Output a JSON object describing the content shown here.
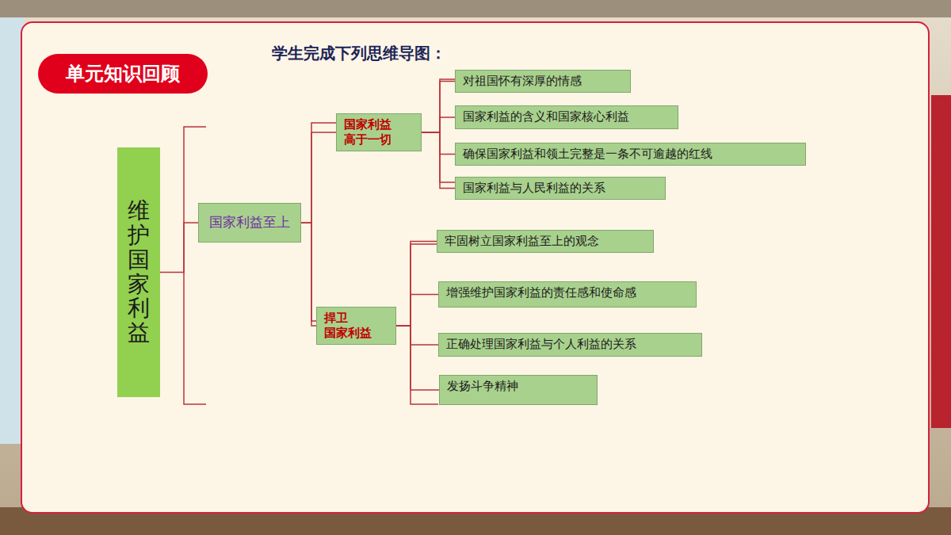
{
  "diagram": {
    "title": "学生完成下列思维导图：",
    "nodes": [
      {
        "text": [
          "单元知识回顾"
        ]
      },
      {
        "text": [
          "维护国家利益"
        ]
      },
      {
        "text": [
          "国家利益至上"
        ]
      },
      {
        "text": [
          "国家利益 高于一切"
        ]
      },
      {
        "text": [
          "对祖国怀有深厚的情感"
        ]
      },
      {
        "text": [
          "国家利益的含义和国家核心利益"
        ]
      },
      {
        "text": [
          "确保国家利益和领土完整是一条不可逾越的红线"
        ]
      },
      {
        "text": [
          "国家利益与人民利益的关系"
        ]
      },
      {
        "text": [
          "捍卫 国家利益"
        ]
      },
      {
        "text": [
          "牢固树立国家利益至上的观念"
        ]
      },
      {
        "text": [
          "增强维护国家利益的责任感和使命感"
        ]
      },
      {
        "text": [
          "正确处理国家利益与个人利益的关系"
        ]
      },
      {
        "text": [
          "发扬斗争精神"
        ]
      }
    ],
    "edges": [
      {
        "from": 1,
        "to": 2,
        "arrow": "none"
      },
      {
        "from": 2,
        "to": 3,
        "arrow": "none"
      },
      {
        "from": 2,
        "to": 8,
        "arrow": "none"
      },
      {
        "from": 3,
        "to": 4,
        "arrow": "none"
      },
      {
        "from": 3,
        "to": 5,
        "arrow": "none"
      },
      {
        "from": 3,
        "to": 6,
        "arrow": "none"
      },
      {
        "from": 3,
        "to": 7,
        "arrow": "none"
      },
      {
        "from": 8,
        "to": 9,
        "arrow": "none"
      },
      {
        "from": 8,
        "to": 10,
        "arrow": "none"
      },
      {
        "from": 8,
        "to": 11,
        "arrow": "none"
      },
      {
        "from": 8,
        "to": 12,
        "arrow": "none"
      }
    ]
  }
}
